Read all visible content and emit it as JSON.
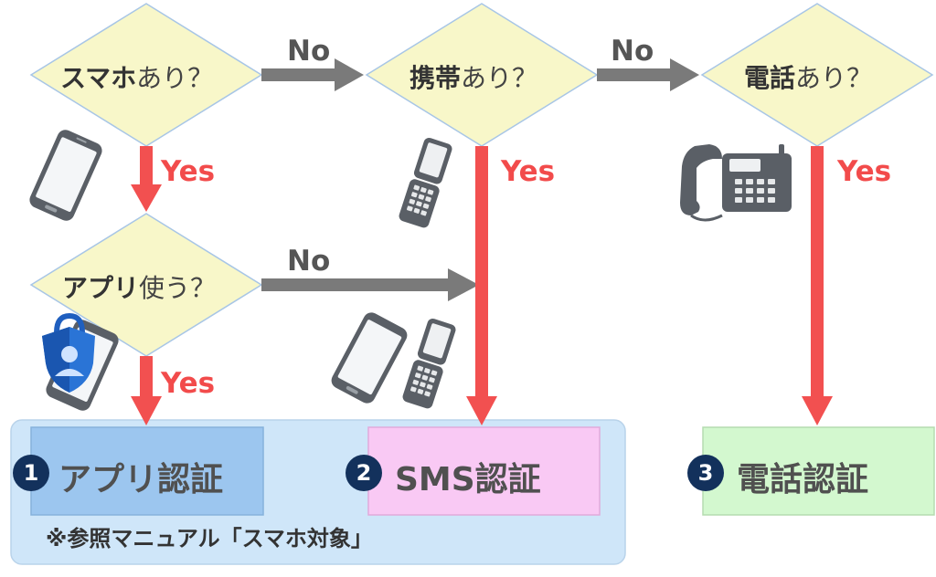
{
  "colors": {
    "diamond_fill": "#f8f7c9",
    "diamond_stroke": "#a8c6e6",
    "yes_arrow": "#f25050",
    "no_arrow": "#7a7a7a",
    "group_panel": "#cfe6f9",
    "app_box": "#9cc6ef",
    "sms_box": "#f9c9f4",
    "tel_box": "#d3f8cf",
    "badge": "#13315c"
  },
  "decisions": {
    "smartphone": {
      "bold": "スマホ",
      "rest": "あり？"
    },
    "mobile": {
      "bold": "携帯",
      "rest": "あり？"
    },
    "telephone": {
      "bold": "電話",
      "rest": "あり？"
    },
    "app": {
      "bold": "アプリ",
      "rest": "使う？"
    }
  },
  "labels": {
    "yes": "Yes",
    "no": "No"
  },
  "results": {
    "app": {
      "number": "1",
      "label": "アプリ認証"
    },
    "sms": {
      "number": "2",
      "label": "SMS認証"
    },
    "phone": {
      "number": "3",
      "label": "電話認証"
    }
  },
  "note": "※参照マニュアル「スマホ対象」",
  "icons": [
    "smartphone-icon",
    "flip-phone-icon",
    "desk-phone-icon",
    "authenticator-app-icon",
    "smartphone-and-flip-phone-icon"
  ]
}
